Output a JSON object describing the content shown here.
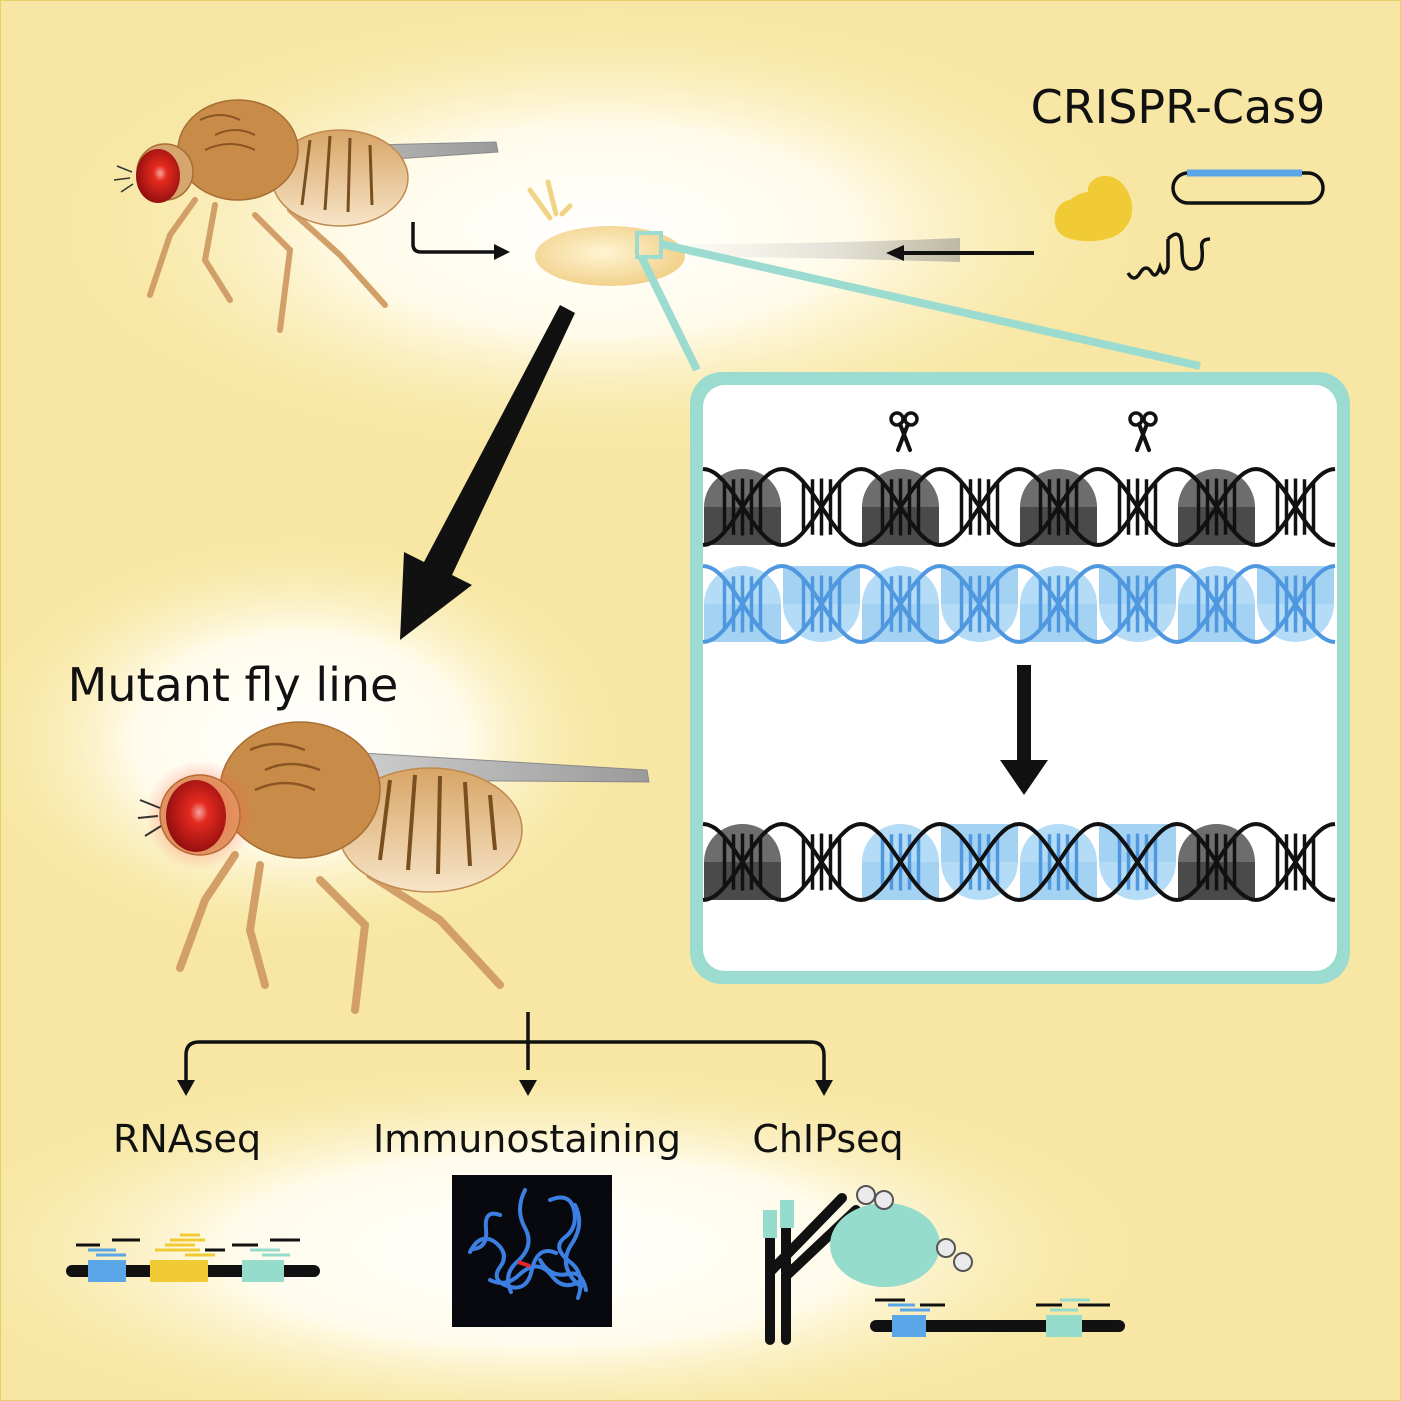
{
  "labels": {
    "crispr": "CRISPR-Cas9",
    "mutant": "Mutant fly line",
    "rnaseq": "RNAseq",
    "immuno": "Immunostaining",
    "chipseq": "ChIPseq"
  },
  "colors": {
    "background": "#f8e7a4",
    "glow": "#fffdf2",
    "panel_border": "#9cdcd0",
    "cas9": "#f1cb35",
    "guide_plasmid": "#5aa6e8",
    "dna_dark": "#6d6d6d",
    "dna_light_blue": "#b5dcf6",
    "dna_blue_line": "#4f98e0",
    "fly_body": "#d4a266",
    "fly_eye": "#b01414",
    "mint": "#95dccc"
  },
  "icons": [
    "fly-icon",
    "embryo-icon",
    "cas9-protein-icon",
    "plasmid-icon",
    "guide-rna-icon",
    "scissors-icon",
    "dna-helix-icon",
    "antibody-icon",
    "immunostain-image"
  ]
}
